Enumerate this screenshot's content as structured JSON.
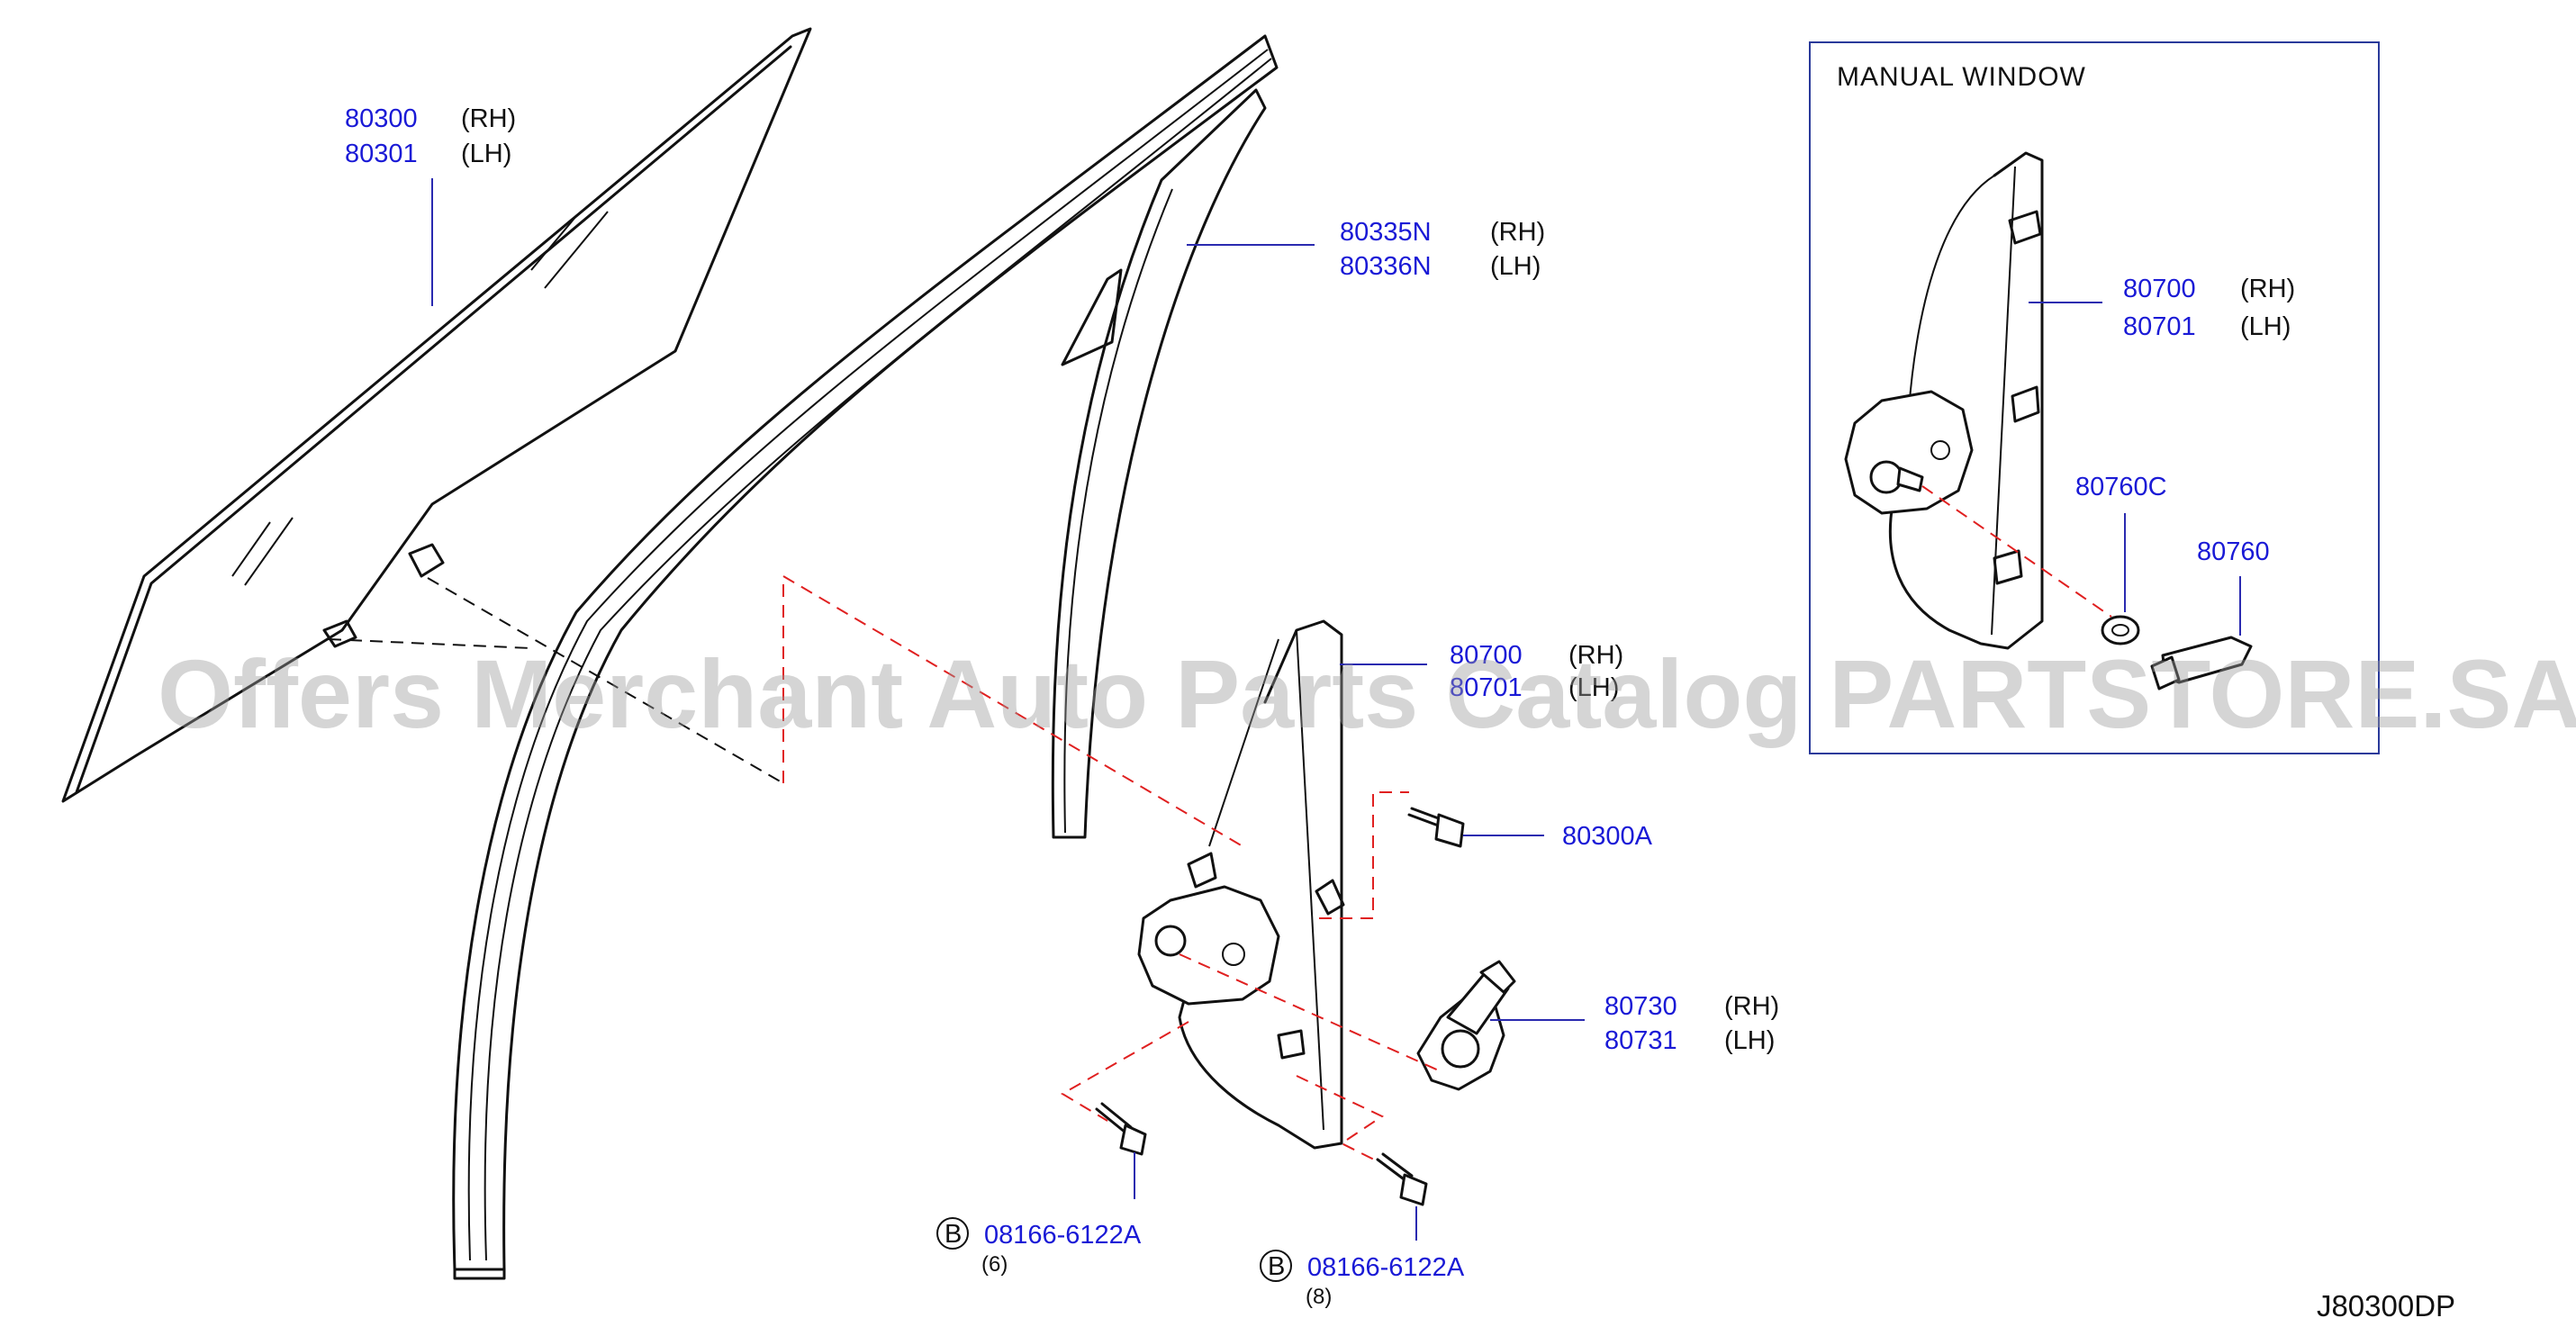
{
  "callouts": {
    "glass": {
      "pn_rh": "80300",
      "side_rh": "(RH)",
      "pn_lh": "80301",
      "side_lh": "(LH)"
    },
    "sash": {
      "pn_rh": "80335N",
      "side_rh": "(RH)",
      "pn_lh": "80336N",
      "side_lh": "(LH)"
    },
    "regulator": {
      "pn_rh": "80700",
      "side_rh": "(RH)",
      "pn_lh": "80701",
      "side_lh": "(LH)"
    },
    "bolt": {
      "pn": "80300A"
    },
    "motor": {
      "pn_rh": "80730",
      "side_rh": "(RH)",
      "pn_lh": "80731",
      "side_lh": "(LH)"
    },
    "fastener_1": {
      "badge": "B",
      "pn": "08166-6122A",
      "qty": "(6)"
    },
    "fastener_2": {
      "badge": "B",
      "pn": "08166-6122A",
      "qty": "(8)"
    }
  },
  "inset": {
    "title": "MANUAL   WINDOW",
    "regulator": {
      "pn_rh": "80700",
      "side_rh": "(RH)",
      "pn_lh": "80701",
      "side_lh": "(LH)"
    },
    "escutcheon": {
      "pn": "80760C"
    },
    "handle": {
      "pn": "80760"
    }
  },
  "watermark": "Offers Merchant Auto Parts Catalog PARTSTORE.SA",
  "diagram_code": "J80300DP"
}
